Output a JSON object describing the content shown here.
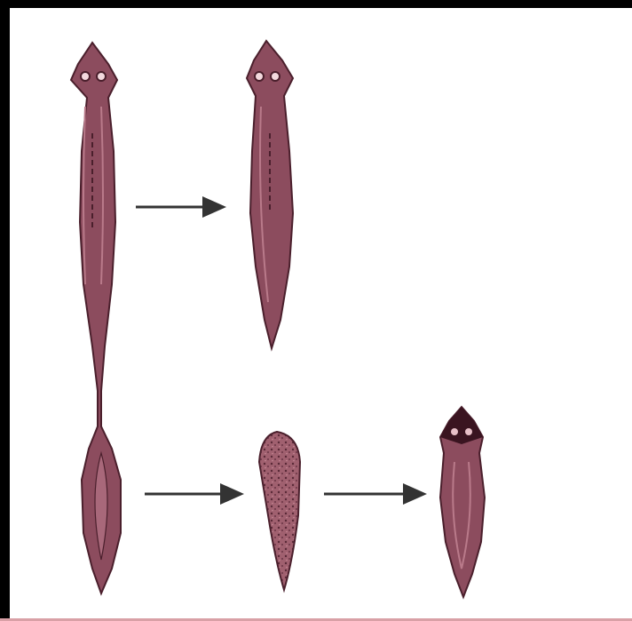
{
  "figure": {
    "subject": "planarian-regeneration",
    "colors": {
      "body": "#8c4c5e",
      "body_light": "#a8687a",
      "outline": "#4a1f2c",
      "arrow": "#333333",
      "frame": "#000000",
      "background": "#ffffff"
    },
    "stages": [
      {
        "id": "parent-worm",
        "state": "full worm with constricting tail"
      },
      {
        "id": "head-fragment",
        "state": "anterior piece regenerated"
      },
      {
        "id": "tail-fragment",
        "state": "posterior fragment"
      },
      {
        "id": "regenerating-blastema",
        "state": "spotted regenerating fragment"
      },
      {
        "id": "regenerated-worm",
        "state": "new head formed"
      }
    ],
    "arrows": [
      {
        "from": "parent-worm",
        "to": "head-fragment"
      },
      {
        "from": "tail-fragment",
        "to": "regenerating-blastema"
      },
      {
        "from": "regenerating-blastema",
        "to": "regenerated-worm"
      }
    ]
  }
}
